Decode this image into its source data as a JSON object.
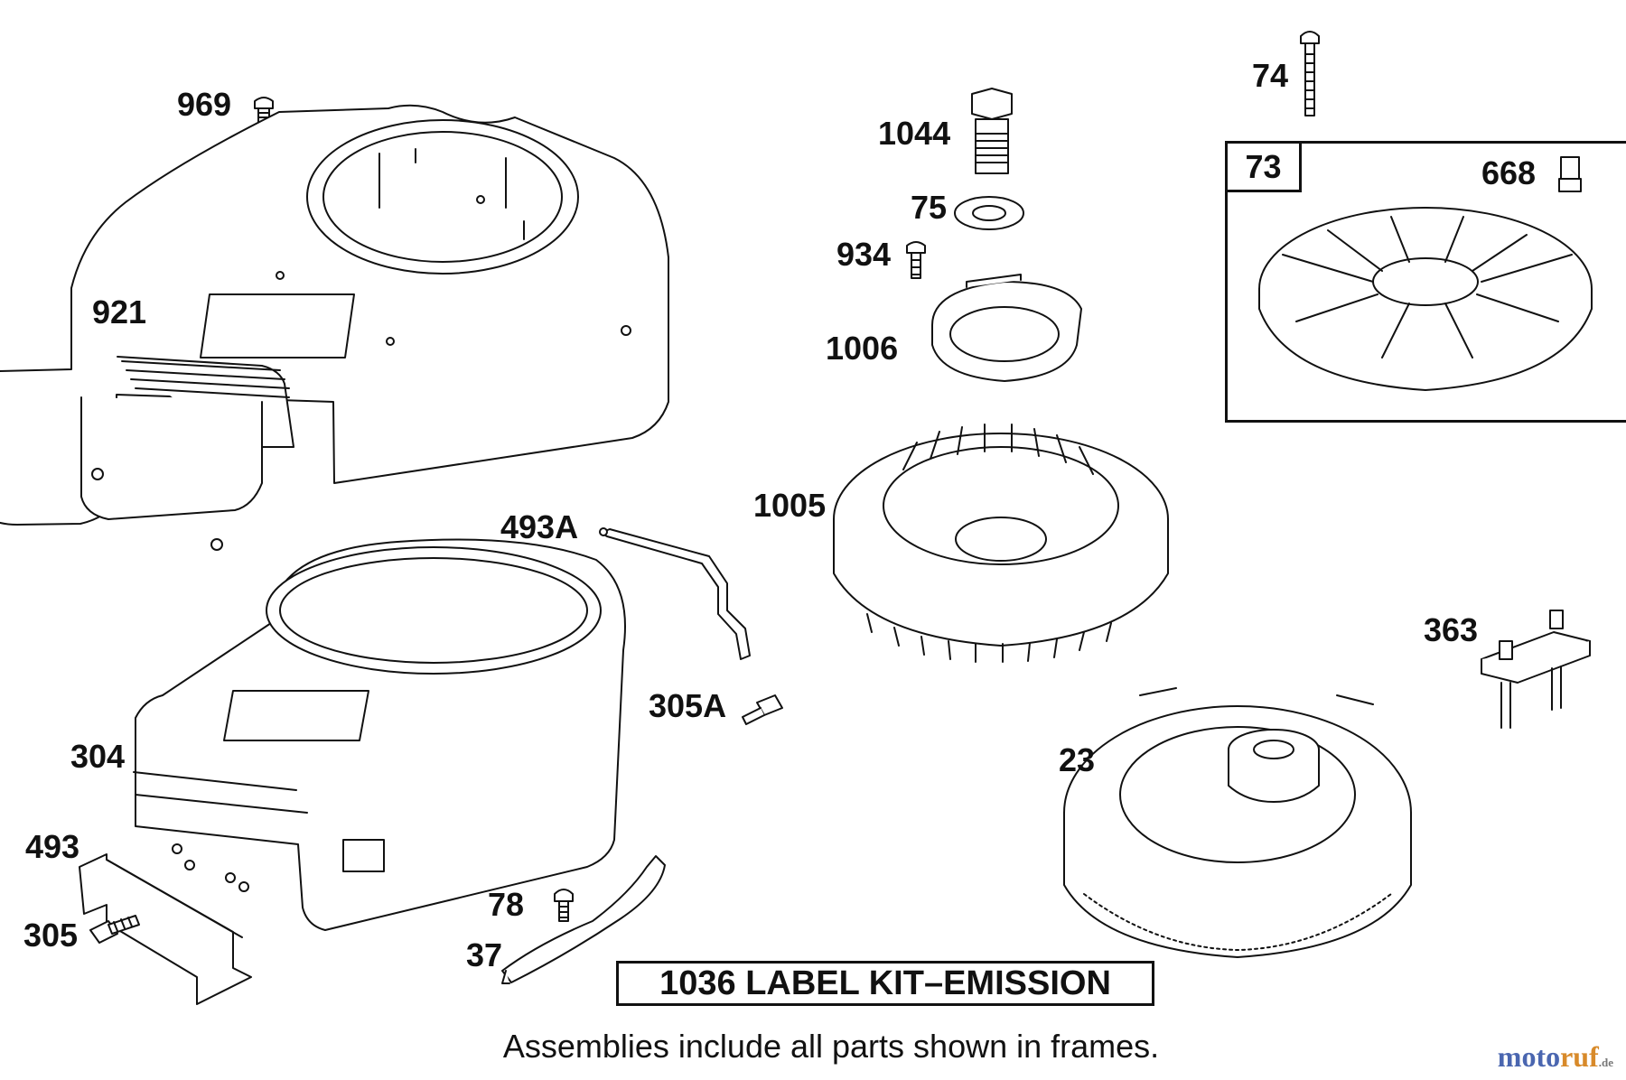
{
  "labels": {
    "p969": "969",
    "p921": "921",
    "p304": "304",
    "p493": "493",
    "p305": "305",
    "p493a": "493A",
    "p305a": "305A",
    "p78": "78",
    "p37": "37",
    "p1044": "1044",
    "p75": "75",
    "p934": "934",
    "p1006": "1006",
    "p1005": "1005",
    "p74": "74",
    "p73": "73",
    "p668": "668",
    "p363": "363",
    "p23": "23"
  },
  "kit_label": "1036 LABEL KIT–EMISSION",
  "note": "Assemblies include all parts shown in frames.",
  "watermark": {
    "main": "moto",
    "accent": "ruf",
    "suffix": ".de"
  }
}
